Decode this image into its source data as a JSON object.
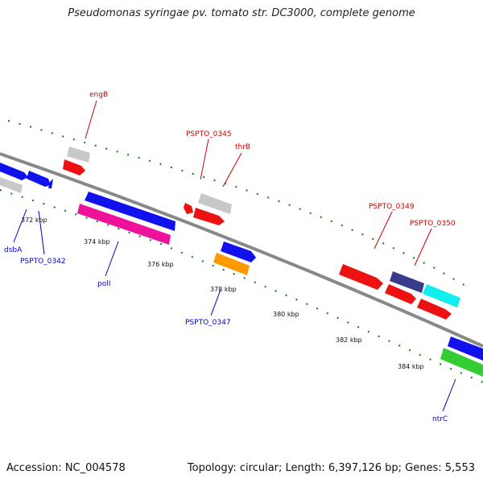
{
  "title": "Pseudomonas syringae pv. tomato str. DC3000, complete genome",
  "footer": {
    "accession": "Accession: NC_004578",
    "topology": "Topology: circular; Length: 6,397,126 bp; Genes: 5,553"
  },
  "colors": {
    "label_red": "#cc0000",
    "label_blue": "#0000cc",
    "backbone": "#888888",
    "tick_green": "#117711",
    "red": "#ee1111",
    "blue": "#1111ee",
    "gray": "#c8c8c8",
    "pink": "#ee1199",
    "orange": "#ff9900",
    "navy": "#3a3a8c",
    "cyan": "#11eeee",
    "green": "#33cc33"
  },
  "ticks": [
    "372 kbp",
    "374 kbp",
    "376 kbp",
    "378 kbp",
    "380 kbp",
    "382 kbp",
    "384 kbp"
  ],
  "genes": [
    {
      "name": "dsbA",
      "color": "blue"
    },
    {
      "name": "PSPTO_0342",
      "color": "blue"
    },
    {
      "name": "engB",
      "color": "red"
    },
    {
      "name": "polI",
      "color": "blue"
    },
    {
      "name": "PSPTO_0345",
      "color": "red"
    },
    {
      "name": "thrB",
      "color": "red"
    },
    {
      "name": "PSPTO_0347",
      "color": "blue"
    },
    {
      "name": "PSPTO_0349",
      "color": "red"
    },
    {
      "name": "PSPTO_0350",
      "color": "red"
    },
    {
      "name": "ntrC",
      "color": "blue"
    }
  ]
}
